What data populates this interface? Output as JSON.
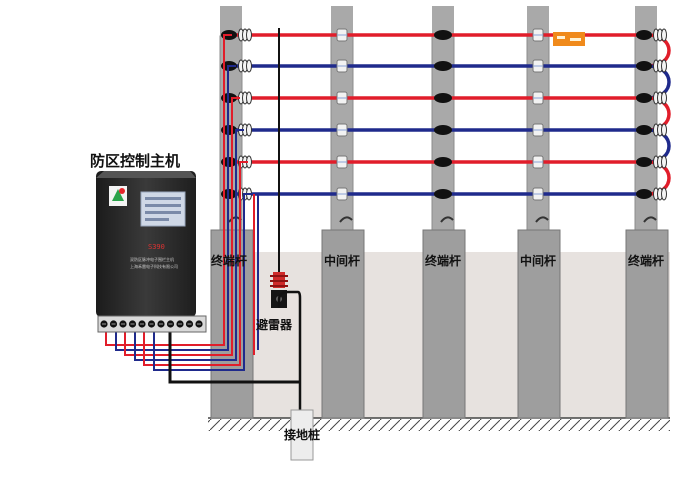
{
  "labels": {
    "controller_title": "防区控制主机",
    "lightning_arrester": "避雷器",
    "ground_stake": "接地桩",
    "poles": [
      "终端杆",
      "中间杆",
      "终端杆",
      "中间杆",
      "终端杆"
    ]
  },
  "device": {
    "model": "S390",
    "caption": "双防区脉冲电子围栏主机",
    "maker": "上海禾雷电子科技有限公司"
  },
  "colors": {
    "hot_wire": "#e11d2a",
    "return_wire": "#1f2a8c",
    "ground_wire": "#111111",
    "pole_fill": "#a9a9a9",
    "zone_fill": "#e7e2df",
    "warning_sign": "#f08a1b",
    "screen": "#cfd8e6",
    "device_body": "#2b2b2b"
  }
}
